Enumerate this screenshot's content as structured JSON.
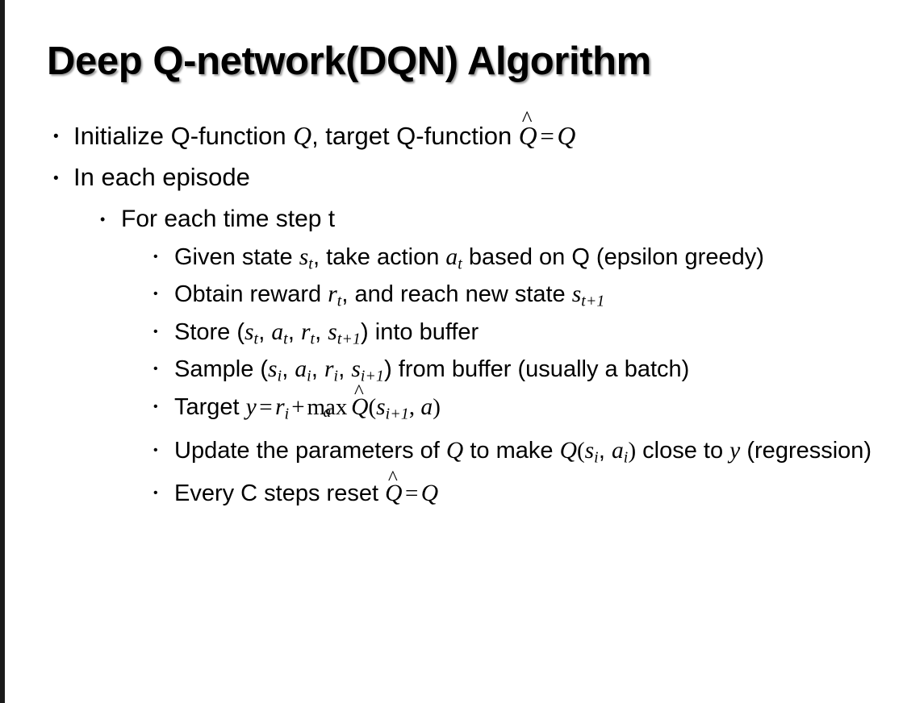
{
  "slide": {
    "title": "Deep Q-network(DQN) Algorithm",
    "bullet_marker": "•",
    "accent_bar_color": "#1a1a1a",
    "text_color": "#000000",
    "background_color": "#ffffff"
  },
  "content": {
    "b1": {
      "level": 1,
      "prefix": "Initialize Q-function ",
      "var_q1": "Q",
      "mid": ", target Q-function ",
      "var_qhat": "Q",
      "hat": "^",
      "equals": "=",
      "var_q2": "Q"
    },
    "b2": {
      "level": 1,
      "text": "In each episode"
    },
    "b3": {
      "level": 2,
      "text": "For each time step t"
    },
    "b4": {
      "level": 3,
      "prefix": "Given state ",
      "var_s": "s",
      "sub_t": "t",
      "mid": ", take action ",
      "var_a": "a",
      "sub_t2": "t",
      "suffix": " based on Q (epsilon greedy)"
    },
    "b5": {
      "level": 3,
      "prefix": "Obtain reward ",
      "var_r": "r",
      "sub_t": "t",
      "mid": ", and reach new state ",
      "var_s": "s",
      "sub_t1": "t+1"
    },
    "b6": {
      "level": 3,
      "prefix": "Store (",
      "var_s": "s",
      "sub_t": "t",
      "c1": ", ",
      "var_a": "a",
      "sub_t2": "t",
      "c2": ", ",
      "var_r": "r",
      "sub_t3": "t",
      "c3": ", ",
      "var_s2": "s",
      "sub_t4": "t+1",
      "suffix": ") into buffer"
    },
    "b7": {
      "level": 3,
      "prefix": "Sample (",
      "var_s": "s",
      "sub_i": "i",
      "c1": ", ",
      "var_a": "a",
      "sub_i2": "i",
      "c2": ", ",
      "var_r": "r",
      "sub_i3": "i",
      "c3": ", ",
      "var_s2": "s",
      "sub_i4": "i+1",
      "suffix": ") from buffer (usually a batch)"
    },
    "b8": {
      "level": 3,
      "prefix": "Target ",
      "var_y": "y",
      "equals": "=",
      "var_r": "r",
      "sub_i": "i",
      "plus": "+",
      "max_op": "max",
      "max_under": "a",
      "var_qhat": "Q",
      "hat": "^",
      "paren_open": "(",
      "var_s": "s",
      "sub_i1": "i+1",
      "comma": ", ",
      "var_a": "a",
      "paren_close": ")"
    },
    "b9": {
      "level": 3,
      "prefix": "Update the parameters of ",
      "var_q1": "Q",
      "mid": " to make ",
      "var_q2": "Q",
      "paren_open": "(",
      "var_s": "s",
      "sub_i": "i",
      "comma": ", ",
      "var_a": "a",
      "sub_i2": "i",
      "paren_close": ")",
      "mid2": " close to ",
      "var_y": "y",
      "suffix": " (regression)"
    },
    "b10": {
      "level": 3,
      "prefix": "Every C steps reset ",
      "var_qhat": "Q",
      "hat": "^",
      "equals": "=",
      "var_q": "Q"
    }
  }
}
